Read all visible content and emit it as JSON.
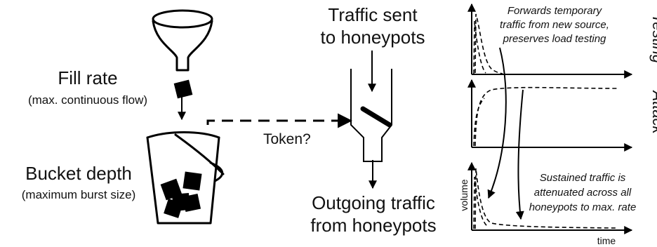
{
  "labels": {
    "fill_rate": "Fill rate",
    "fill_rate_sub": "(max. continuous flow)",
    "bucket_depth": "Bucket depth",
    "bucket_depth_sub": "(maximum burst size)",
    "token": "Token?",
    "traffic_sent_1": "Traffic sent",
    "traffic_sent_2": "to honeypots",
    "outgoing_1": "Outgoing traffic",
    "outgoing_2": "from honeypots",
    "testing_note_1": "Forwards temporary",
    "testing_note_2": "traffic from new source,",
    "testing_note_3": "preserves load testing",
    "sustained_note_1": "Sustained traffic is",
    "sustained_note_2": "attenuated across all",
    "sustained_note_3": "honeypots to max. rate",
    "side_testing": "Testing",
    "side_attack": "Attack",
    "y_axis": "volume",
    "x_axis": "time"
  },
  "colors": {
    "ink": "#000000",
    "background": "#ffffff"
  },
  "icons": [
    "funnel-icon",
    "token-icon",
    "bucket-icon",
    "valve-icon"
  ]
}
